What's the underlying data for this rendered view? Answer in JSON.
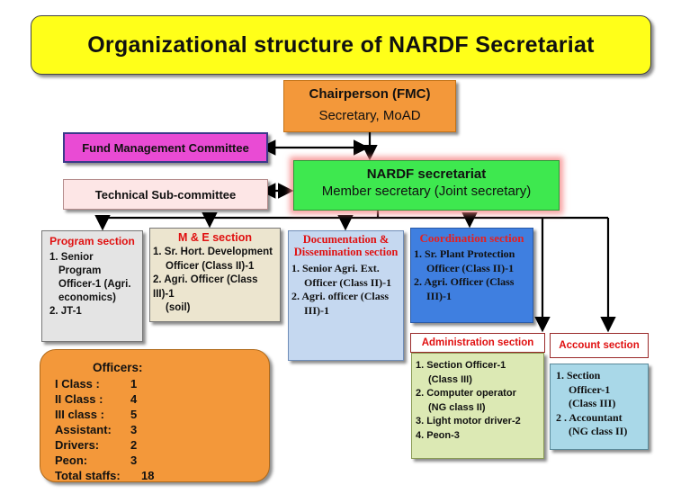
{
  "title": "Organizational structure of NARDF Secretariat",
  "chairperson": {
    "line1": "Chairperson (FMC)",
    "line2": "Secretary, MoAD"
  },
  "fund_committee": "Fund Management Committee",
  "secretariat": {
    "line1": "NARDF secretariat",
    "line2": "Member secretary (Joint secretary)"
  },
  "technical_committee": "Technical Sub-committee",
  "program": {
    "title": "Program section",
    "items": [
      "1. Senior",
      "Program",
      "Officer-1 (Agri.",
      "economics)",
      "2. JT-1"
    ]
  },
  "me": {
    "title": "M & E section",
    "items": [
      "1. Sr. Hort. Development",
      "Officer (Class II)-1",
      "2. Agri. Officer (Class III)-1",
      "(soil)"
    ]
  },
  "documentation": {
    "title1": "Documentation &",
    "title2": "Dissemination section",
    "items": [
      "1. Senior Agri. Ext.",
      "Officer (Class II)-1",
      "2. Agri. officer (Class",
      "III)-1"
    ]
  },
  "coordination": {
    "title": "Coordination section",
    "items": [
      "1. Sr. Plant Protection",
      "Officer (Class II)-1",
      "2. Agri. Officer (Class",
      "III)-1"
    ]
  },
  "administration": {
    "title": "Administration section",
    "items": [
      "1. Section Officer-1",
      "(Class III)",
      "2. Computer operator",
      "(NG class II)",
      "3. Light motor driver-2",
      "4. Peon-3"
    ]
  },
  "account": {
    "title": "Account section",
    "items": [
      "1. Section",
      "Officer-1",
      "(Class III)",
      "2 . Accountant",
      "(NG class II)"
    ]
  },
  "officers": {
    "heading": "Officers:",
    "rows": [
      {
        "label": "I Class :",
        "value": "1"
      },
      {
        "label": "II Class :",
        "value": "4"
      },
      {
        "label": "III class :",
        "value": "5"
      },
      {
        "label": "Assistant:",
        "value": "3"
      },
      {
        "label": "Drivers:",
        "value": "2"
      },
      {
        "label": "Peon:",
        "value": "3"
      },
      {
        "label": "Total staffs:",
        "value": "18"
      }
    ]
  },
  "colors": {
    "title_bg": "#ffff19",
    "chair_bg": "#f3983a",
    "fmc_bg": "#e94bd4",
    "secretariat_bg": "#3ee84f",
    "section_title": "#e01010"
  }
}
